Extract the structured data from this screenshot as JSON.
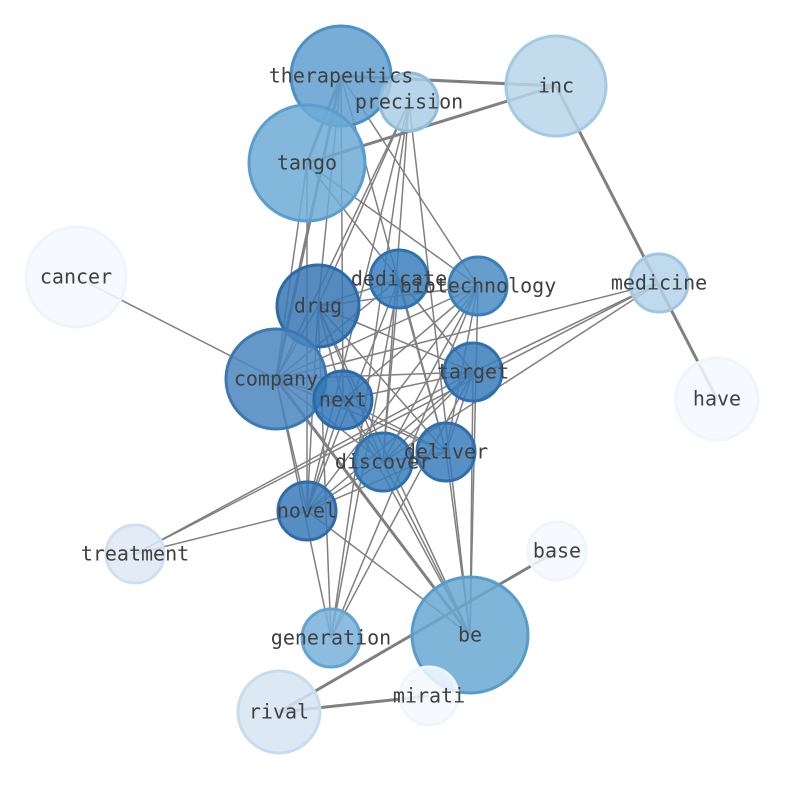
{
  "graph": {
    "nodes": [
      {
        "id": "therapeutics",
        "label": "therapeutics",
        "fill": "#5f9fcf",
        "stroke": "#4b90c6"
      },
      {
        "id": "precision",
        "label": "precision",
        "fill": "#a9cde6",
        "stroke": "#8fbddc"
      },
      {
        "id": "inc",
        "label": "inc",
        "fill": "#b7d5ea",
        "stroke": "#a4c9e3"
      },
      {
        "id": "tango",
        "label": "tango",
        "fill": "#6faad6",
        "stroke": "#5b9dcd"
      },
      {
        "id": "cancer",
        "label": "cancer",
        "fill": "#f4f9ff",
        "stroke": "#eef5fd"
      },
      {
        "id": "dedicate",
        "label": "dedicate",
        "fill": "#3a7fbd",
        "stroke": "#2f70ae"
      },
      {
        "id": "biotechnology",
        "label": "biotechnology",
        "fill": "#4a8cc4",
        "stroke": "#3a7fbb"
      },
      {
        "id": "medicine",
        "label": "medicine",
        "fill": "#b4d3e9",
        "stroke": "#a0c6e2"
      },
      {
        "id": "drug",
        "label": "drug",
        "fill": "#3877b5",
        "stroke": "#2c6aa8"
      },
      {
        "id": "company",
        "label": "company",
        "fill": "#4a86c0",
        "stroke": "#3b78b4"
      },
      {
        "id": "target",
        "label": "target",
        "fill": "#3a7dba",
        "stroke": "#2f6fae"
      },
      {
        "id": "next",
        "label": "next",
        "fill": "#3478b8",
        "stroke": "#2a6aa9"
      },
      {
        "id": "have",
        "label": "have",
        "fill": "#f4f9ff",
        "stroke": "#eef5fd"
      },
      {
        "id": "deliver",
        "label": "deliver",
        "fill": "#3a7dba",
        "stroke": "#2f6fae"
      },
      {
        "id": "discover",
        "label": "discover",
        "fill": "#3a7fbd",
        "stroke": "#2f71ae"
      },
      {
        "id": "novel",
        "label": "novel",
        "fill": "#3a7ab8",
        "stroke": "#2e6caa"
      },
      {
        "id": "treatment",
        "label": "treatment",
        "fill": "#dde9f5",
        "stroke": "#d0e0f0"
      },
      {
        "id": "base",
        "label": "base",
        "fill": "#f4f9ff",
        "stroke": "#eef5fd"
      },
      {
        "id": "generation",
        "label": "generation",
        "fill": "#78b2da",
        "stroke": "#63a3d1"
      },
      {
        "id": "be",
        "label": "be",
        "fill": "#6aa8d4",
        "stroke": "#589ccc"
      },
      {
        "id": "mirati",
        "label": "mirati",
        "fill": "#f4f9ff",
        "stroke": "#eef5fd"
      },
      {
        "id": "rival",
        "label": "rival",
        "fill": "#d6e5f3",
        "stroke": "#c8dcee"
      }
    ],
    "edges": [
      [
        "therapeutics",
        "inc",
        3
      ],
      [
        "tango",
        "inc",
        3
      ],
      [
        "inc",
        "have",
        3
      ],
      [
        "therapeutics",
        "company",
        3
      ],
      [
        "company",
        "be",
        3
      ],
      [
        "base",
        "rival",
        3
      ],
      [
        "rival",
        "mirati",
        3
      ],
      [
        "therapeutics",
        "tango",
        3
      ],
      [
        "cancer",
        "company",
        1.5
      ],
      [
        "therapeutics",
        "next",
        1.5
      ],
      [
        "therapeutics",
        "biotechnology",
        1.5
      ],
      [
        "therapeutics",
        "deliver",
        1.5
      ],
      [
        "therapeutics",
        "drug",
        1.5
      ],
      [
        "precision",
        "company",
        1.5
      ],
      [
        "precision",
        "novel",
        1.5
      ],
      [
        "precision",
        "generation",
        1.5
      ],
      [
        "precision",
        "be",
        1.5
      ],
      [
        "precision",
        "drug",
        1.5
      ],
      [
        "precision",
        "discover",
        1.5
      ],
      [
        "tango",
        "biotechnology",
        1.5
      ],
      [
        "tango",
        "company",
        1.5
      ],
      [
        "tango",
        "target",
        1.5
      ],
      [
        "tango",
        "novel",
        1.5
      ],
      [
        "dedicate",
        "company",
        1.5
      ],
      [
        "dedicate",
        "deliver",
        1.5
      ],
      [
        "dedicate",
        "generation",
        1.5
      ],
      [
        "dedicate",
        "novel",
        1.5
      ],
      [
        "dedicate",
        "discover",
        1.5
      ],
      [
        "dedicate",
        "target",
        1.5
      ],
      [
        "biotechnology",
        "company",
        1.5
      ],
      [
        "biotechnology",
        "drug",
        1.5
      ],
      [
        "biotechnology",
        "next",
        1.5
      ],
      [
        "biotechnology",
        "novel",
        1.5
      ],
      [
        "biotechnology",
        "be",
        1.5
      ],
      [
        "biotechnology",
        "deliver",
        1.5
      ],
      [
        "biotechnology",
        "discover",
        1.5
      ],
      [
        "biotechnology",
        "generation",
        1.5
      ],
      [
        "medicine",
        "company",
        1.5
      ],
      [
        "medicine",
        "target",
        1.5
      ],
      [
        "medicine",
        "treatment",
        1.5
      ],
      [
        "medicine",
        "discover",
        1.5
      ],
      [
        "drug",
        "company",
        1.5
      ],
      [
        "drug",
        "target",
        1.5
      ],
      [
        "drug",
        "next",
        1.5
      ],
      [
        "drug",
        "discover",
        1.5
      ],
      [
        "drug",
        "deliver",
        1.5
      ],
      [
        "drug",
        "novel",
        1.5
      ],
      [
        "drug",
        "generation",
        1.5
      ],
      [
        "drug",
        "dedicate",
        1.5
      ],
      [
        "drug",
        "be",
        1.5
      ],
      [
        "company",
        "target",
        1.5
      ],
      [
        "company",
        "next",
        1.5
      ],
      [
        "company",
        "discover",
        1.5
      ],
      [
        "company",
        "deliver",
        1.5
      ],
      [
        "company",
        "novel",
        1.5
      ],
      [
        "company",
        "generation",
        1.5
      ],
      [
        "target",
        "next",
        1.5
      ],
      [
        "target",
        "discover",
        1.5
      ],
      [
        "target",
        "deliver",
        1.5
      ],
      [
        "target",
        "novel",
        1.5
      ],
      [
        "target",
        "be",
        1.5
      ],
      [
        "target",
        "treatment",
        1.5
      ],
      [
        "target",
        "generation",
        1.5
      ],
      [
        "next",
        "discover",
        1.5
      ],
      [
        "next",
        "deliver",
        1.5
      ],
      [
        "next",
        "novel",
        1.5
      ],
      [
        "next",
        "be",
        1.5
      ],
      [
        "deliver",
        "discover",
        1.5
      ],
      [
        "deliver",
        "novel",
        1.5
      ],
      [
        "deliver",
        "be",
        1.5
      ],
      [
        "discover",
        "novel",
        1.5
      ],
      [
        "discover",
        "be",
        1.5
      ],
      [
        "novel",
        "treatment",
        1.5
      ],
      [
        "novel",
        "be",
        1.5
      ]
    ]
  }
}
